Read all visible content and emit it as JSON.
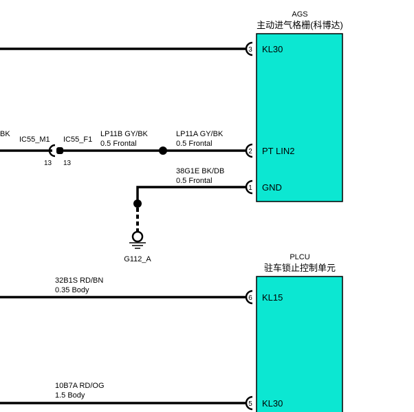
{
  "modules": {
    "ags": {
      "code": "AGS",
      "name": "主动进气格栅(科博达)",
      "pins": [
        {
          "num": "3",
          "label": "KL30"
        },
        {
          "num": "2",
          "label": "PT LIN2"
        },
        {
          "num": "1",
          "label": "GND"
        }
      ]
    },
    "plcu": {
      "code": "PLCU",
      "name": "驻车锁止控制单元",
      "pins": [
        {
          "num": "6",
          "label": "KL15"
        },
        {
          "num": "5",
          "label": "KL30"
        }
      ]
    }
  },
  "wires": {
    "left_cut_label": "BK",
    "lp11b": {
      "name": "LP11B  GY/BK",
      "spec": "0.5 Frontal"
    },
    "lp11a": {
      "name": "LP11A  GY/BK",
      "spec": "0.5 Frontal"
    },
    "g1e": {
      "name": "38G1E BK/DB",
      "spec": "0.5 Frontal"
    },
    "b1s": {
      "name": "32B1S RD/BN",
      "spec": "0.35 Body"
    },
    "b7a": {
      "name": "10B7A RD/OG",
      "spec": "1.5 Body"
    }
  },
  "connectors": {
    "male": {
      "name": "IC55_M1",
      "pin": "13"
    },
    "female": {
      "name": "IC55_F1",
      "pin": "13"
    }
  },
  "ground": {
    "name": "G112_A"
  },
  "colors": {
    "module_fill": "#0ce7d2",
    "wire": "#000000"
  }
}
